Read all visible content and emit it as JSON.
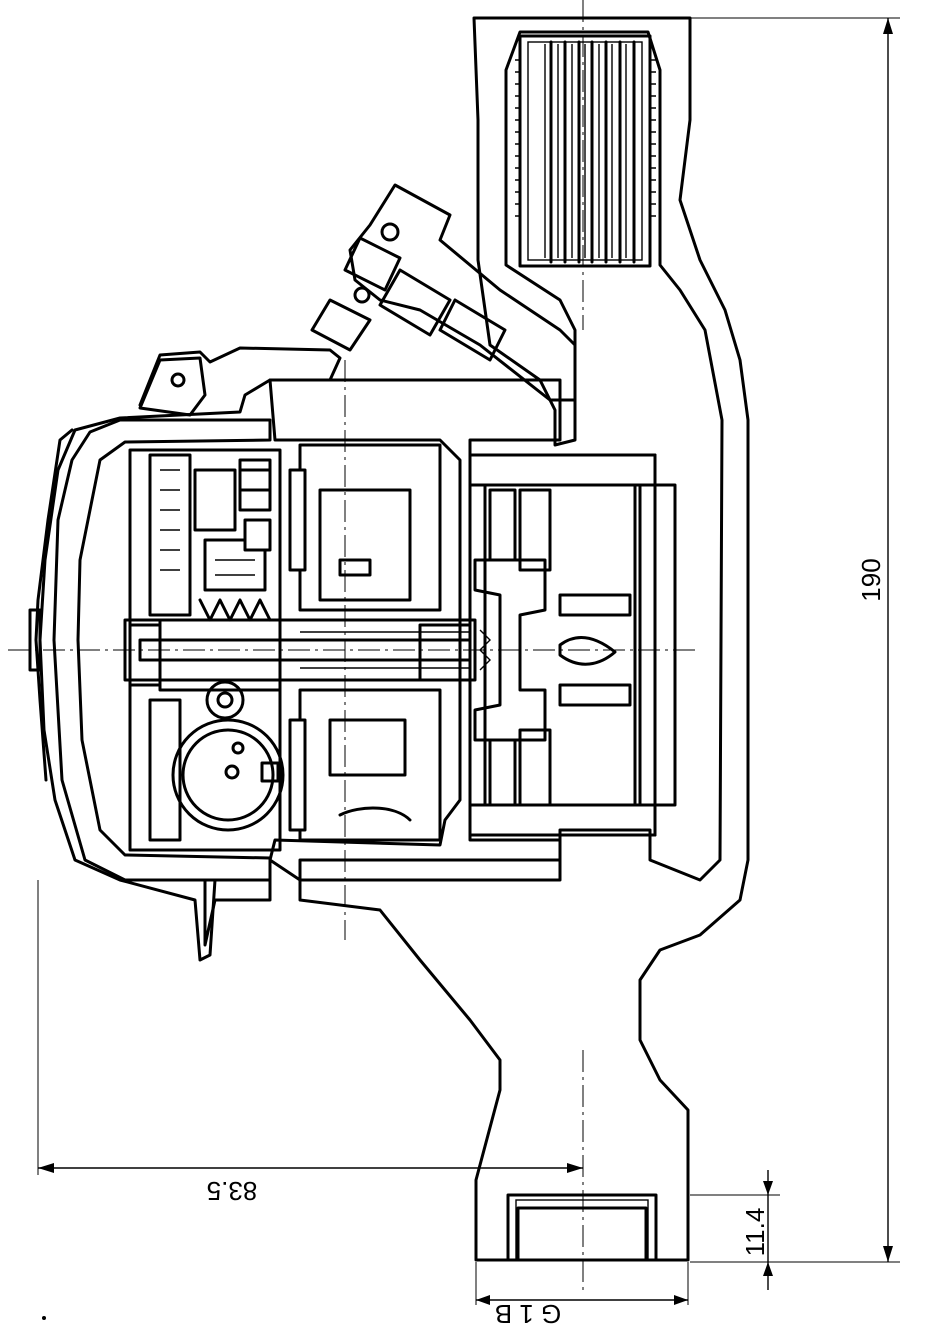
{
  "drawing": {
    "subject": "circulator-pump-cross-section",
    "line_color": "#000000",
    "background": "#ffffff"
  },
  "dimensions": {
    "overall_height": "190",
    "axis_offset": "83.5",
    "connection_height": "11.4",
    "thread": "G 1 B"
  }
}
